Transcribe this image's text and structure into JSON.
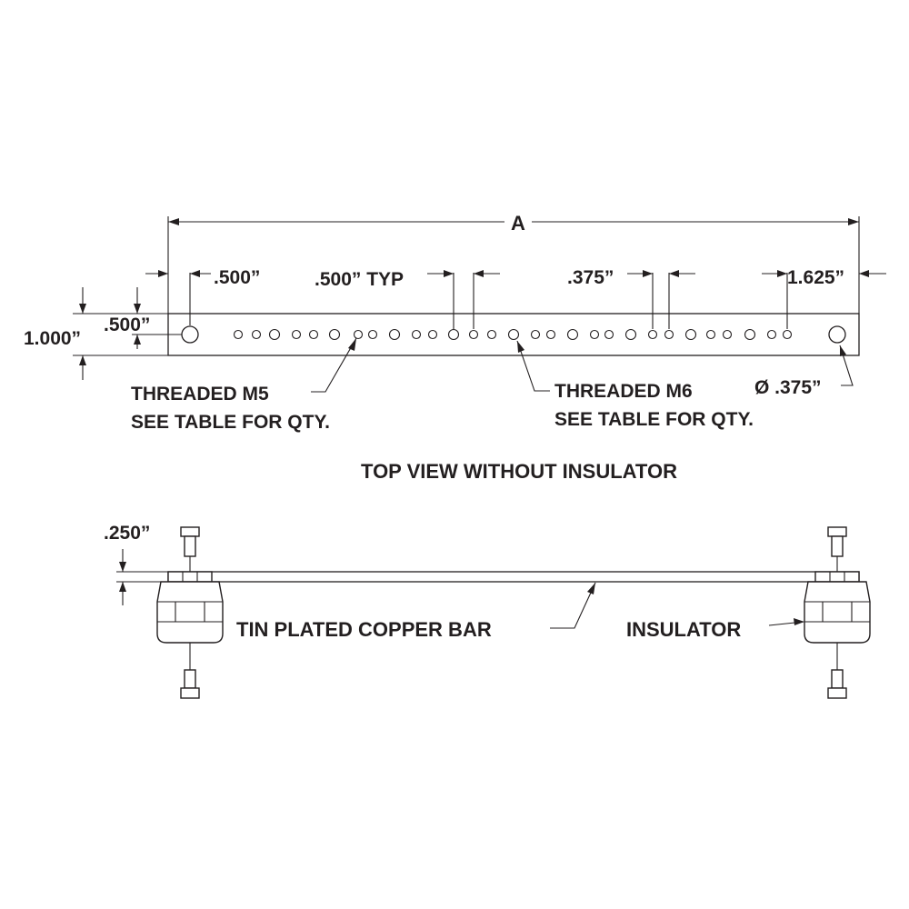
{
  "colors": {
    "ink": "#231f20",
    "background": "#ffffff"
  },
  "top_view": {
    "dimensions": {
      "overall_length": "A",
      "end_hole_offset": ".500”",
      "hole_pitch": ".500”",
      "hole_pitch_note": "TYP",
      "small_pitch": ".375”",
      "end_offset_right": "1.625”",
      "bar_width": "1.000”",
      "hole_row_offset": ".500”"
    },
    "callouts": {
      "m5_line1": "THREADED M5",
      "m5_line2": "SEE TABLE FOR QTY.",
      "m6_line1": "THREADED M6",
      "m6_line2": "SEE TABLE FOR QTY.",
      "mount_hole": "Ø .375”"
    },
    "caption": "TOP VIEW WITHOUT INSULATOR"
  },
  "side_view": {
    "thickness": ".250”",
    "bar_label": "TIN PLATED COPPER BAR",
    "insulator_label": "INSULATOR"
  }
}
